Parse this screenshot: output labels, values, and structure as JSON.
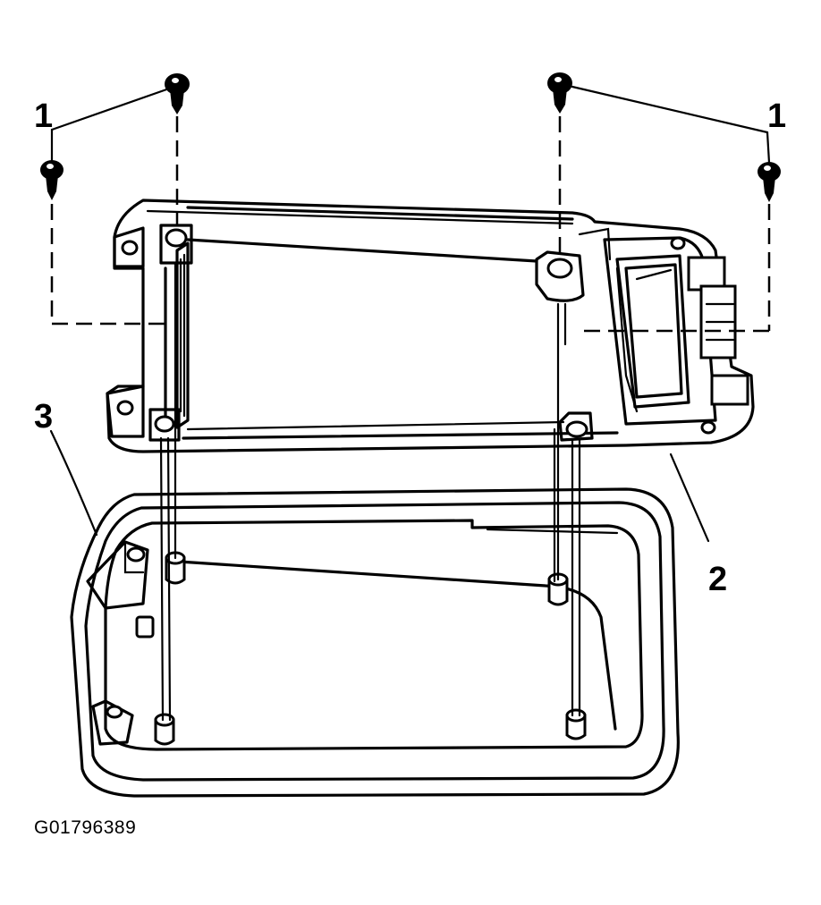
{
  "callouts": {
    "screws_left": "1",
    "screws_right": "1",
    "frame": "2",
    "housing": "3"
  },
  "figure_id": "G01796389"
}
